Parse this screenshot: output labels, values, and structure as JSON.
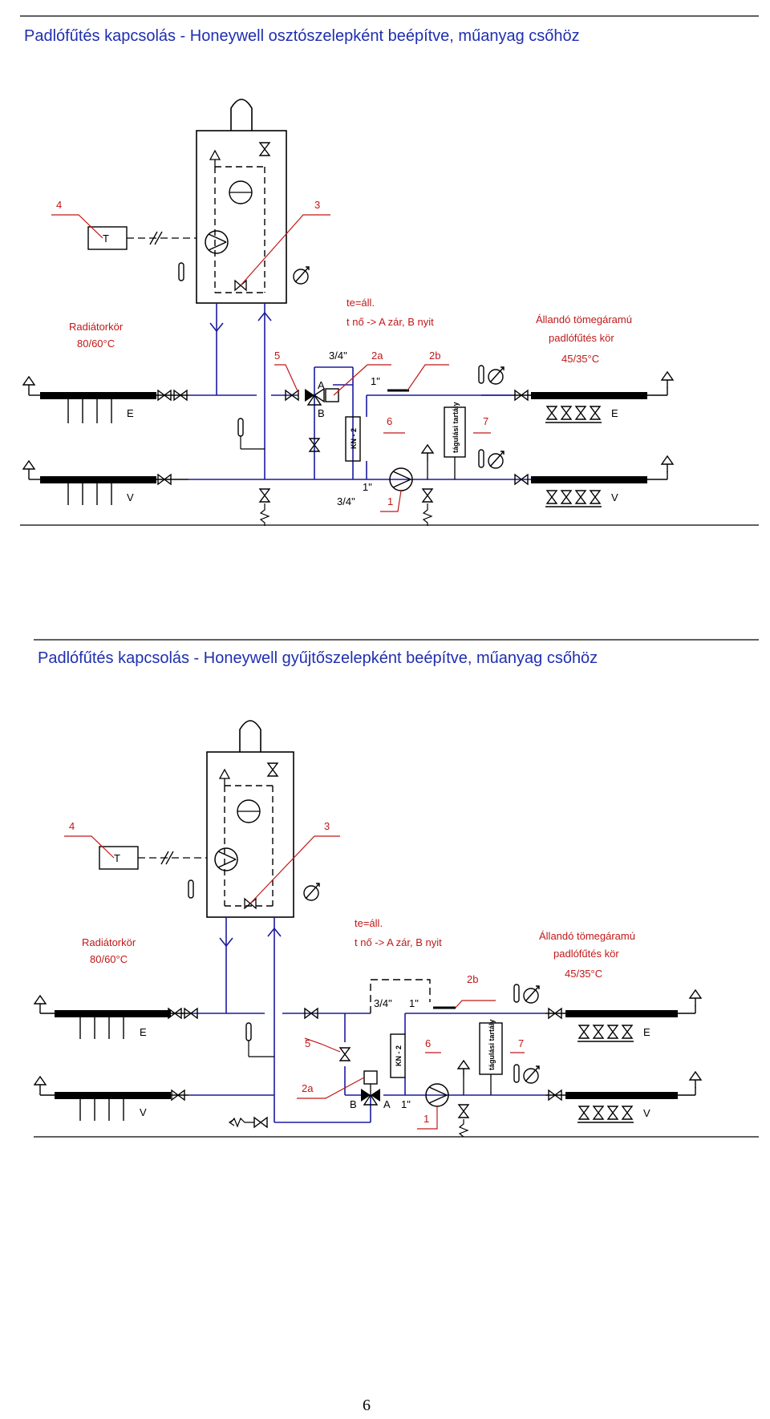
{
  "diagram_top": {
    "title": "Padlófűtés kapcsolás - Honeywell osztószelepként beépítve, műanyag csőhöz",
    "label_radiator_1": "Radiátorkör",
    "label_radiator_2": "80/60°C",
    "label_floor_1": "Állandó tömegáramú",
    "label_floor_2": "padlófűtés kör",
    "label_floor_3": "45/35°C",
    "label_te": "te=áll.",
    "label_tno": "t nő -> A zár, B nyit",
    "pipe_34_top": "3/4\"",
    "pipe_34_bottom": "3/4\"",
    "pipe_1_top": "1\"",
    "pipe_1_bottom": "1\"",
    "port_a": "A",
    "port_b": "B",
    "kn": "KN - 2",
    "tank": "tágulási tartály",
    "thermostat": "T",
    "flow_e": "E",
    "flow_v": "V",
    "num_1": "1",
    "num_2a": "2a",
    "num_2b": "2b",
    "num_3": "3",
    "num_4": "4",
    "num_5": "5",
    "num_6": "6",
    "num_7": "7"
  },
  "diagram_bottom": {
    "title": "Padlófűtés kapcsolás - Honeywell gyűjtőszelepként beépítve, műanyag csőhöz",
    "label_radiator_1": "Radiátorkör",
    "label_radiator_2": "80/60°C",
    "label_floor_1": "Állandó tömegáramú",
    "label_floor_2": "padlófűtés kör",
    "label_floor_3": "45/35°C",
    "label_te": "te=áll.",
    "label_tno": "t nő -> A zár, B nyit",
    "pipe_34": "3/4\"",
    "pipe_1_top": "1\"",
    "pipe_1_bottom": "1\"",
    "port_a": "A",
    "port_b": "B",
    "kn": "KN - 2",
    "tank": "tágulási tartály",
    "thermostat": "T",
    "flow_e": "E",
    "flow_v": "V",
    "num_1": "1",
    "num_2a": "2a",
    "num_2b": "2b",
    "num_3": "3",
    "num_4": "4",
    "num_5": "5",
    "num_6": "6",
    "num_7": "7"
  },
  "page_number": "6",
  "colors": {
    "title": "#1f2fb0",
    "pipe": "#1a1aa0",
    "label": "#c01818",
    "line": "#000000"
  }
}
